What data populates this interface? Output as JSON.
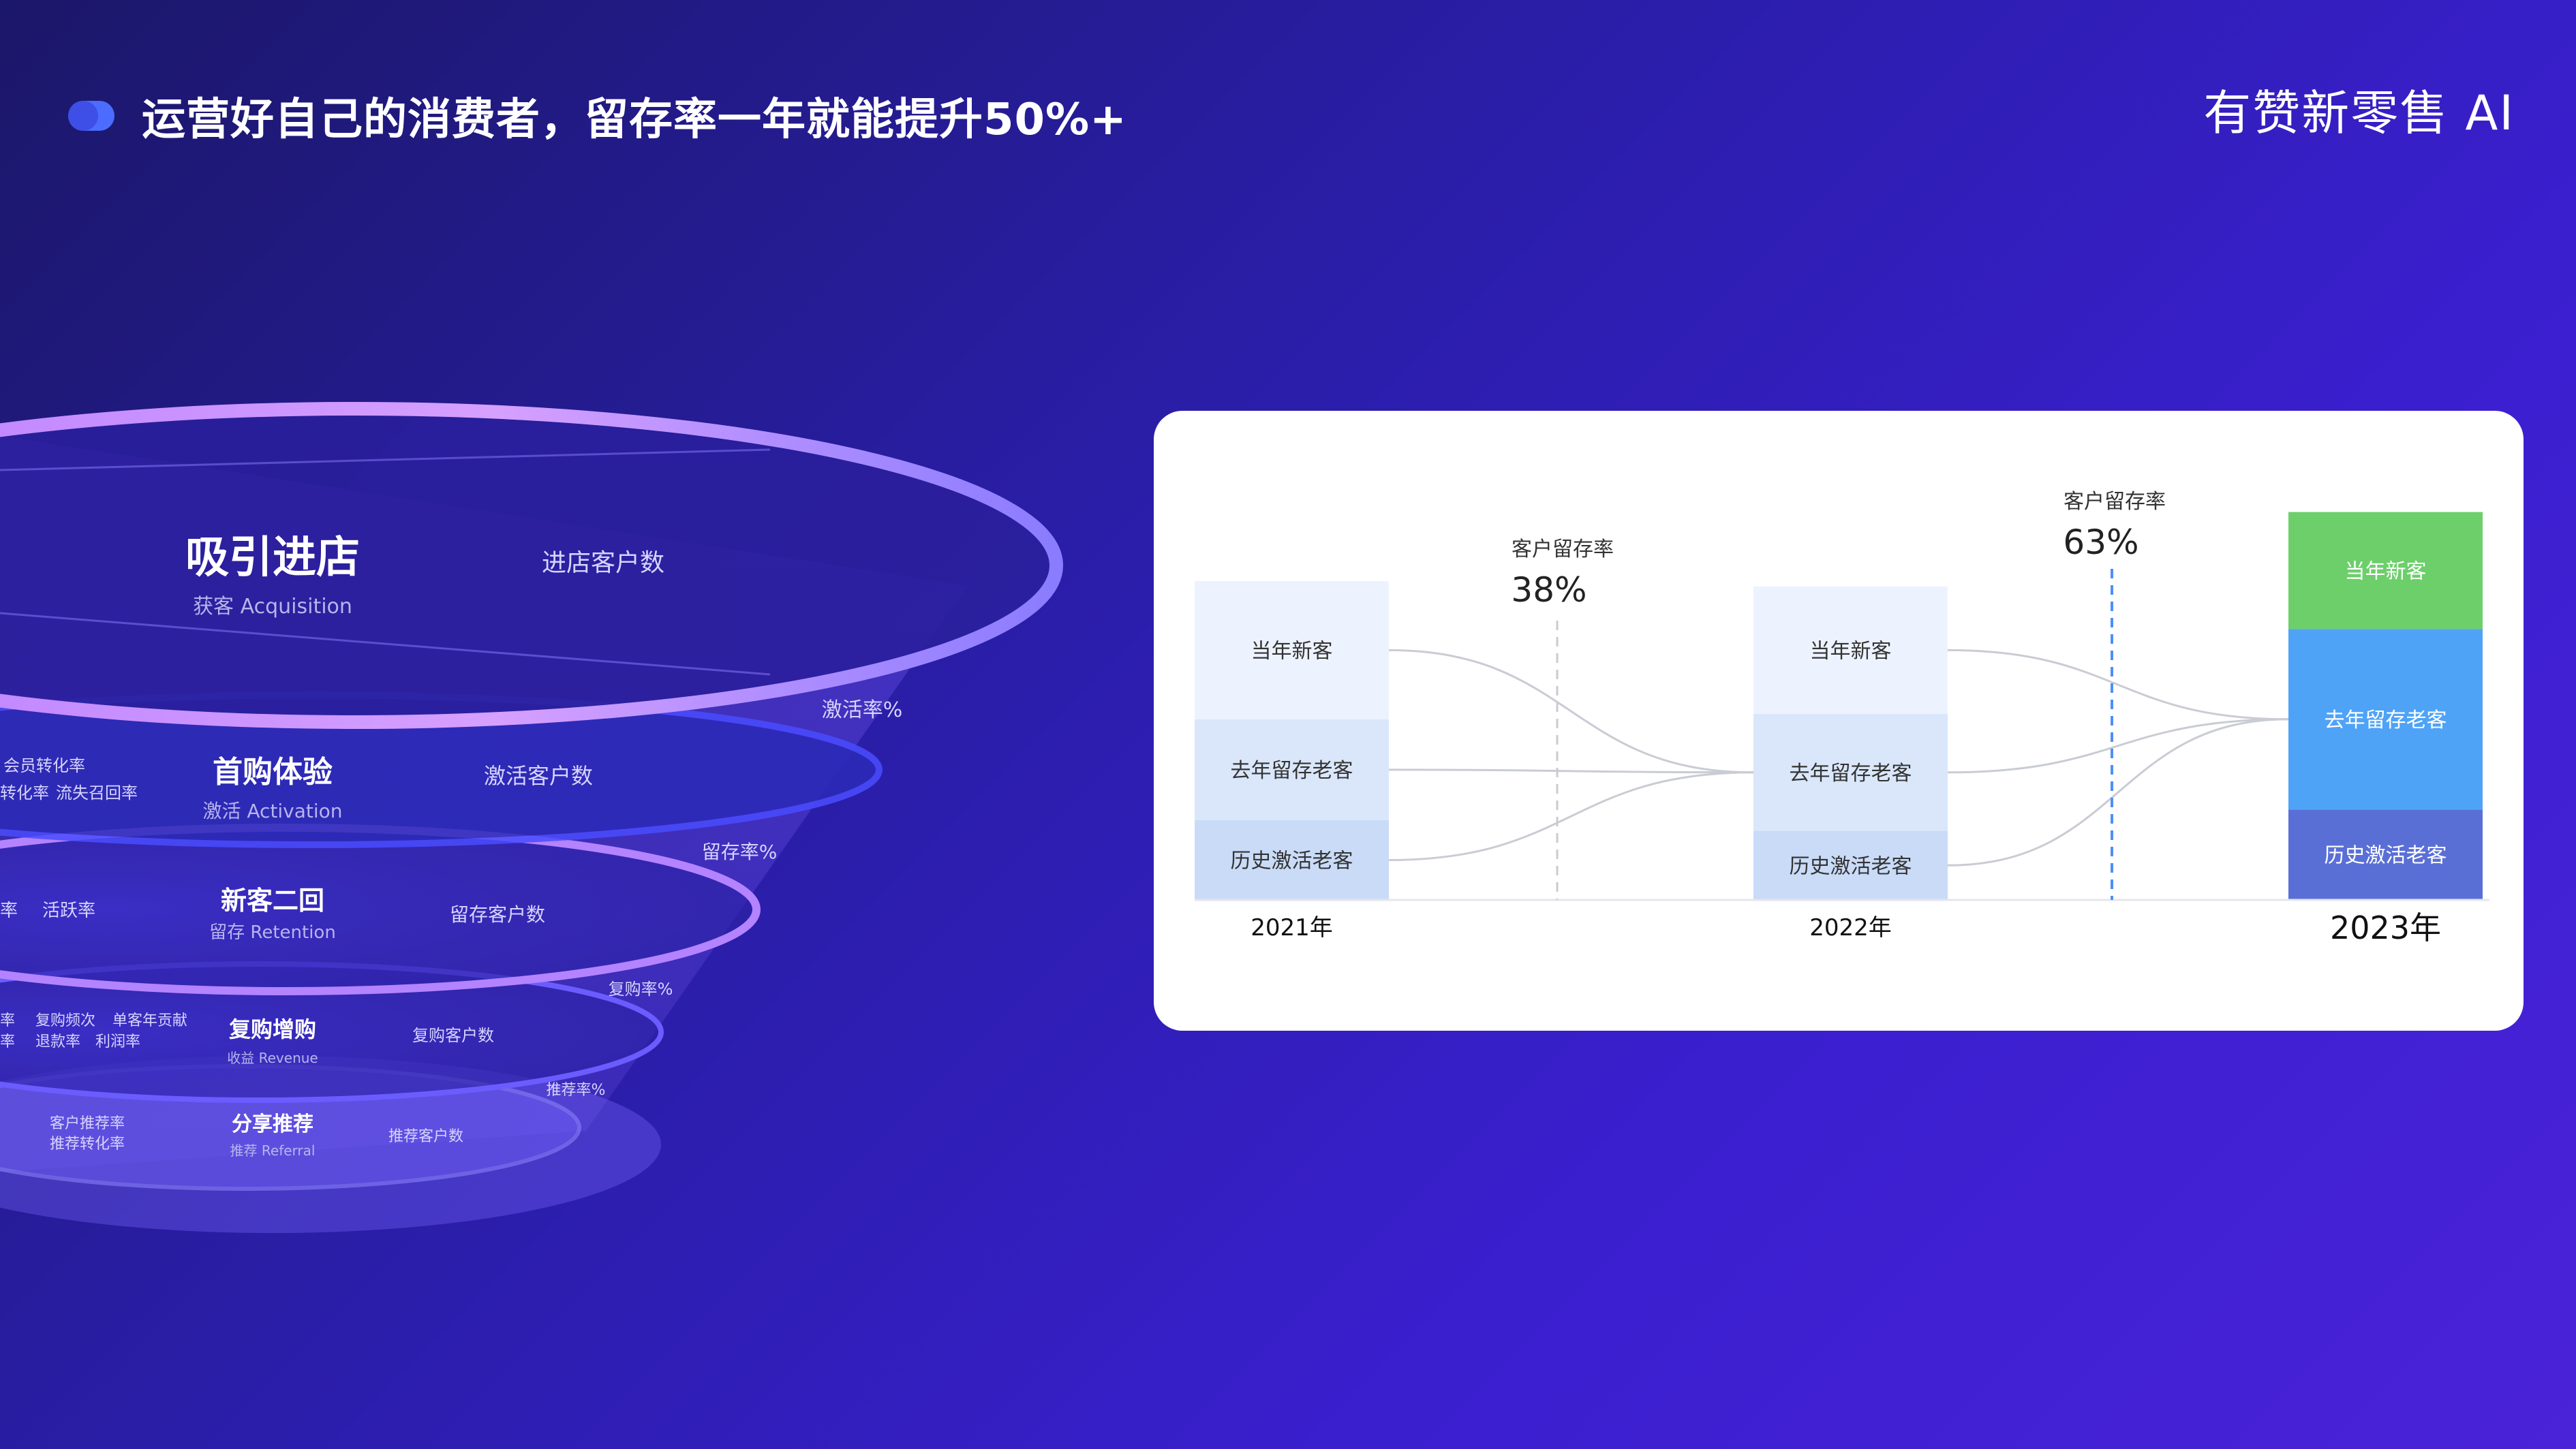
{
  "header": {
    "title": "运营好自己的消费者，留存率一年就能提升50%+",
    "brand": "有赞新零售 AI"
  },
  "funnel": {
    "layers": [
      {
        "title": "吸引进店",
        "subtitle": "获客 Acquisition",
        "metric": "进店客户数",
        "rate": "激活率%",
        "left_metrics": []
      },
      {
        "title": "首购体验",
        "subtitle": "激活 Activation",
        "metric": "激活客户数",
        "rate": "留存率%",
        "left_metrics": [
          "会员转化率",
          "转化率",
          "流失召回率"
        ]
      },
      {
        "title": "新客二回",
        "subtitle": "留存 Retention",
        "metric": "留存客户数",
        "rate": "复购率%",
        "left_metrics": [
          "率",
          "活跃率"
        ]
      },
      {
        "title": "复购增购",
        "subtitle": "收益 Revenue",
        "metric": "复购客户数",
        "rate": "推荐率%",
        "left_metrics": [
          "率",
          "复购频次",
          "单客年贡献",
          "率",
          "退款率",
          "利润率"
        ]
      },
      {
        "title": "分享推荐",
        "subtitle": "推荐 Referral",
        "metric": "推荐客户数",
        "rate": "",
        "left_metrics": [
          "客户推荐率",
          "推荐转化率"
        ]
      }
    ]
  },
  "chart_data": {
    "type": "bar",
    "subtype": "stacked-bar-with-flows",
    "categories": [
      "2021年",
      "2022年",
      "2023年"
    ],
    "series": [
      {
        "name": "历史激活老客",
        "values": [
          15,
          13,
          17
        ]
      },
      {
        "name": "去年留存老客",
        "values": [
          19,
          22,
          34
        ]
      },
      {
        "name": "当年新客",
        "values": [
          26,
          24,
          22
        ]
      }
    ],
    "colors": {
      "2021年": [
        "#c9dbf7",
        "#dae7fb",
        "#edf3fe"
      ],
      "2022年": [
        "#c9dbf7",
        "#dae7fb",
        "#edf3fe"
      ],
      "2023年": [
        "#5a6fd6",
        "#4fa3f7",
        "#6ccf6a"
      ]
    },
    "annotations": [
      {
        "label": "客户留存率",
        "value": "38%"
      },
      {
        "label": "客户留存率",
        "value": "63%"
      }
    ],
    "grid": false,
    "legend": "none"
  }
}
